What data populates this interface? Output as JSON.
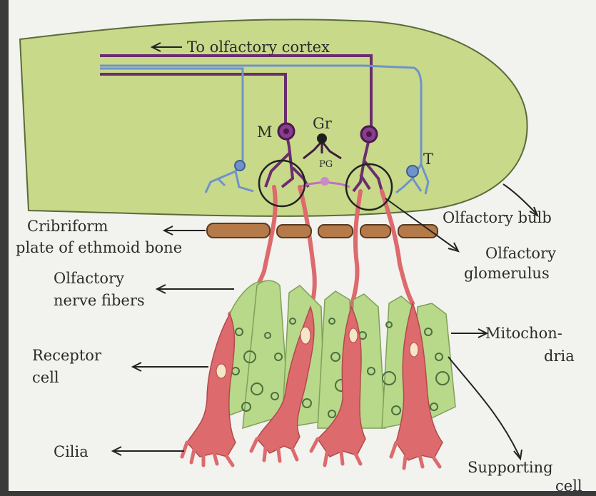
{
  "labels": {
    "to_cortex": "To olfactory cortex",
    "m": "M",
    "gr": "Gr",
    "pg": "PG",
    "t": "T",
    "olfactory_bulb": "Olfactory bulb",
    "cribriform_1": "Cribriform",
    "cribriform_2": "plate of ethmoid bone",
    "glomerulus_1": "Olfactory",
    "glomerulus_2": "glomerulus",
    "nerve_fibers_1": "Olfactory",
    "nerve_fibers_2": "nerve fibers",
    "receptor_1": "Receptor",
    "receptor_2": "cell",
    "mito_1": "Mitochon-",
    "mito_2": "dria",
    "cilia": "Cilia",
    "supporting_1": "Supporting",
    "supporting_2": "cell"
  },
  "colors": {
    "bulb": "#c8d98a",
    "mitral": "#6b2d6e",
    "tufted": "#6f93c9",
    "receptor": "#dd6a6c",
    "supporting": "#b8d88a",
    "bone": "#b47a4a",
    "paper": "#f2f2ee"
  }
}
